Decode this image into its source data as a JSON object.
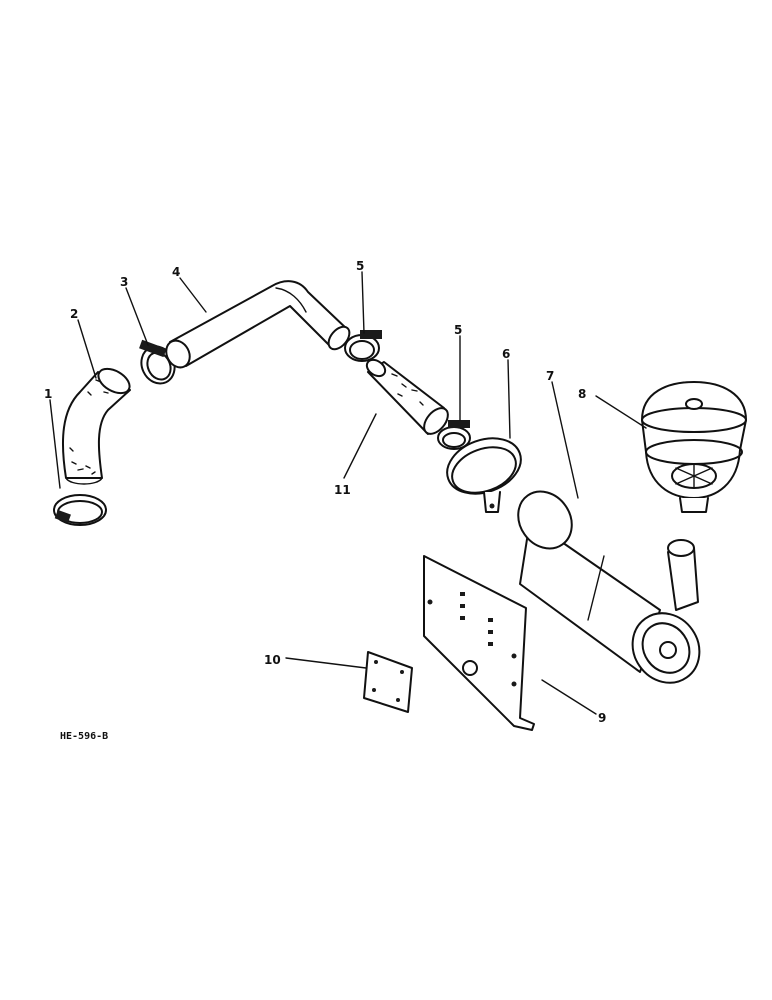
{
  "drawing_code": "HE-596-B",
  "callouts": {
    "c1": "1",
    "c2": "2",
    "c3": "3",
    "c4": "4",
    "c5a": "5",
    "c5b": "5",
    "c6": "6",
    "c7": "7",
    "c8": "8",
    "c9": "9",
    "c10": "10",
    "c11": "11"
  }
}
